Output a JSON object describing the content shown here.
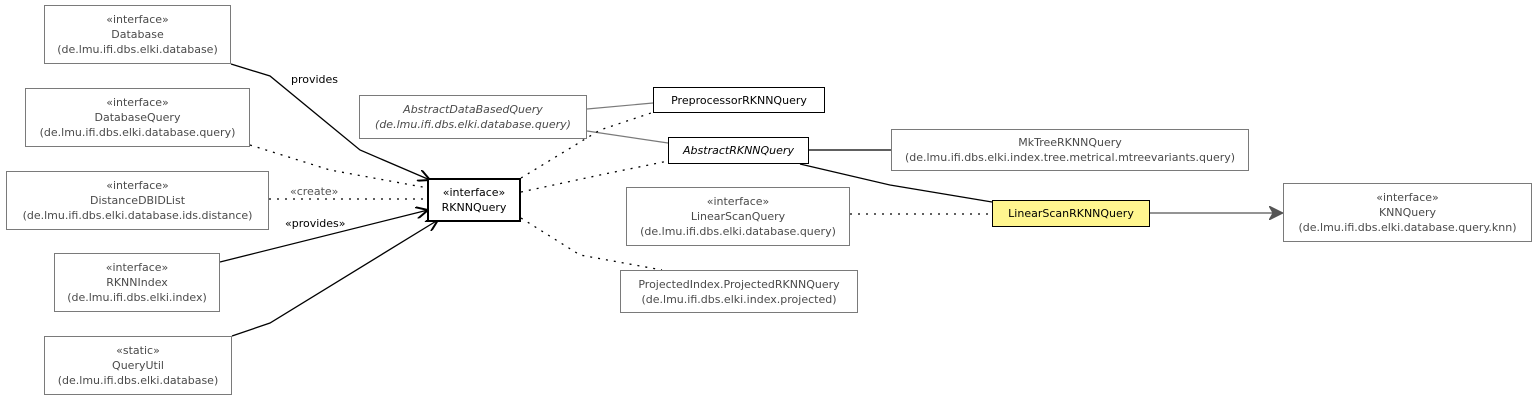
{
  "nodes": {
    "database": {
      "stereotype": "«interface»",
      "name": "Database",
      "package": "(de.lmu.ifi.dbs.elki.database)"
    },
    "database_query": {
      "stereotype": "«interface»",
      "name": "DatabaseQuery",
      "package": "(de.lmu.ifi.dbs.elki.database.query)"
    },
    "distance_dbid_list": {
      "stereotype": "«interface»",
      "name": "DistanceDBIDList",
      "package": "(de.lmu.ifi.dbs.elki.database.ids.distance)"
    },
    "rknn_index": {
      "stereotype": "«interface»",
      "name": "RKNNIndex",
      "package": "(de.lmu.ifi.dbs.elki.index)"
    },
    "query_util": {
      "stereotype": "«static»",
      "name": "QueryUtil",
      "package": "(de.lmu.ifi.dbs.elki.database)"
    },
    "rknn_query": {
      "stereotype": "«interface»",
      "name": "RKNNQuery"
    },
    "abstract_data_based_query": {
      "name": "AbstractDataBasedQuery",
      "package": "(de.lmu.ifi.dbs.elki.database.query)"
    },
    "preprocessor_rknn_query": {
      "name": "PreprocessorRKNNQuery"
    },
    "abstract_rknn_query": {
      "name": "AbstractRKNNQuery"
    },
    "mktree_rknn_query": {
      "name": "MkTreeRKNNQuery",
      "package": "(de.lmu.ifi.dbs.elki.index.tree.metrical.mtreevariants.query)"
    },
    "linear_scan_query": {
      "stereotype": "«interface»",
      "name": "LinearScanQuery",
      "package": "(de.lmu.ifi.dbs.elki.database.query)"
    },
    "linear_scan_rknn_query": {
      "name": "LinearScanRKNNQuery"
    },
    "projected_rknn_query": {
      "name": "ProjectedIndex.ProjectedRKNNQuery",
      "package": "(de.lmu.ifi.dbs.elki.index.projected)"
    },
    "knn_query": {
      "stereotype": "«interface»",
      "name": "KNNQuery",
      "package": "(de.lmu.ifi.dbs.elki.database.query.knn)"
    }
  },
  "edge_labels": {
    "provides": "provides",
    "create": "«create»",
    "provides_stereo": "«provides»"
  },
  "colors": {
    "focus_fill": "#fff68f",
    "line": "#000000",
    "grey_line": "#7a7a7a"
  }
}
